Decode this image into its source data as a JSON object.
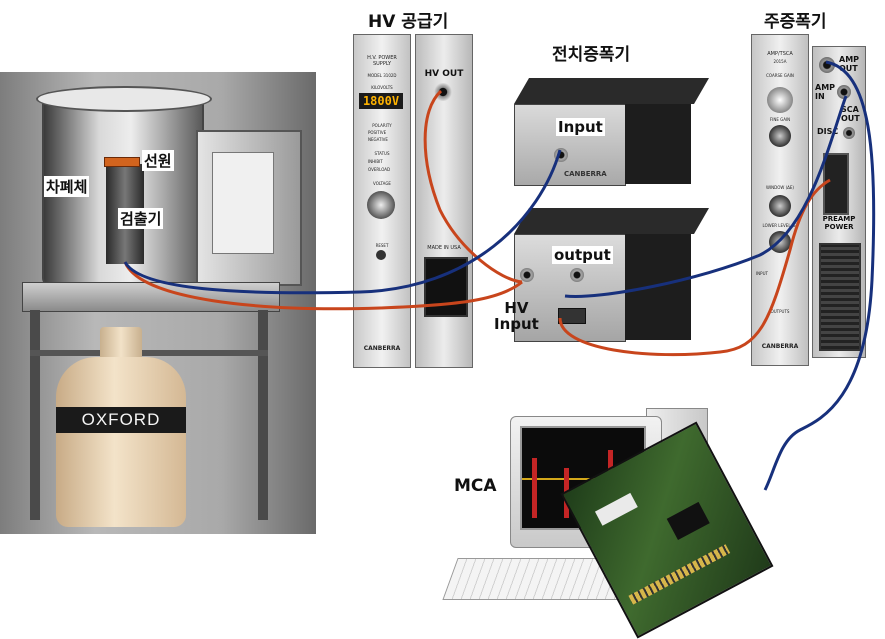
{
  "titles": {
    "hv_supply": "HV 공급기",
    "preamp": "전치증폭기",
    "main_amp": "주증폭기"
  },
  "labels": {
    "source": "선원",
    "shield": "차폐체",
    "detector": "검출기",
    "mca": "MCA",
    "input": "Input",
    "output": "output",
    "hv_input": "HV\nInput"
  },
  "panel_text": {
    "hv_title": "H.V. POWER\nSUPPLY",
    "hv_model": "MODEL 3102D",
    "kilovolts": "KILOVOLTS",
    "voltage_display": "1800V",
    "polarity": "POLARITY",
    "positive": "POSITIVE",
    "negative": "NEGATIVE",
    "status": "STATUS",
    "inhibit": "INHIBIT",
    "overload": "OVERLOAD",
    "voltage": "VOLTAGE",
    "reset": "RESET",
    "hv_out": "HV OUT",
    "made_in_usa": "MADE IN USA",
    "canberra": "CANBERRA",
    "amp_title": "AMP/TSCA",
    "amp_model": "2015A",
    "coarse_gain": "COARSE GAIN",
    "fine_gain": "FINE GAIN",
    "window": "WINDOW (ΔE)",
    "lower_level": "LOWER LEVEL (E)",
    "input_port": "INPUT",
    "outputs": "OUTPUTS",
    "amp_in": "AMP\nIN",
    "amp_out": "AMP\nOUT",
    "sca_out": "SCA\nOUT",
    "disc": "DISC",
    "preamp_power": "PREAMP\nPOWER",
    "dewar_brand": "OXFORD"
  },
  "colors": {
    "hv_cable": "#c8451c",
    "signal_cable": "#17307c",
    "source_marker": "#d2641e"
  }
}
